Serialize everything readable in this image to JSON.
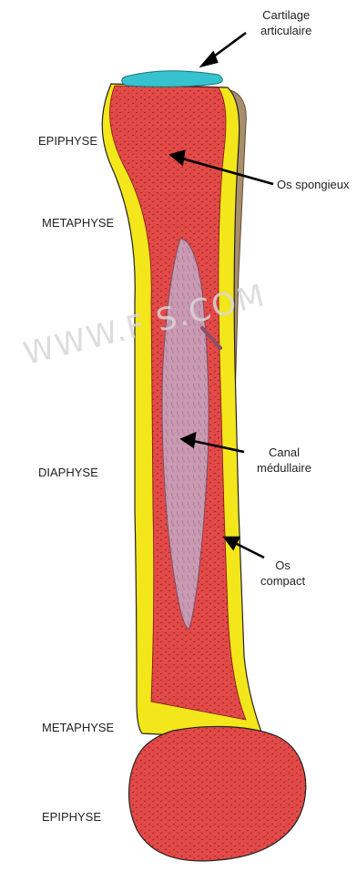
{
  "labels": {
    "cartilage_line1": "Cartilage",
    "cartilage_line2": "articulaire",
    "epiphyse_top": "EPIPHYSE",
    "os_spongieux": "Os spongieux",
    "metaphyse_top": "METAPHYSE",
    "diaphyse": "DIAPHYSE",
    "canal_line1": "Canal",
    "canal_line2": "médullaire",
    "os_line1": "Os",
    "os_line2": "compact",
    "metaphyse_bottom": "METAPHYSE",
    "epiphyse_bottom": "EPIPHYSE"
  },
  "watermark": "WWW.F      S.COM",
  "colors": {
    "spongy_bone": "#e24a48",
    "compact_bone": "#f3e61a",
    "cartilage": "#36c3cf",
    "marrow_canal": "#c99ab2",
    "periosteum": "#a88f6c"
  }
}
